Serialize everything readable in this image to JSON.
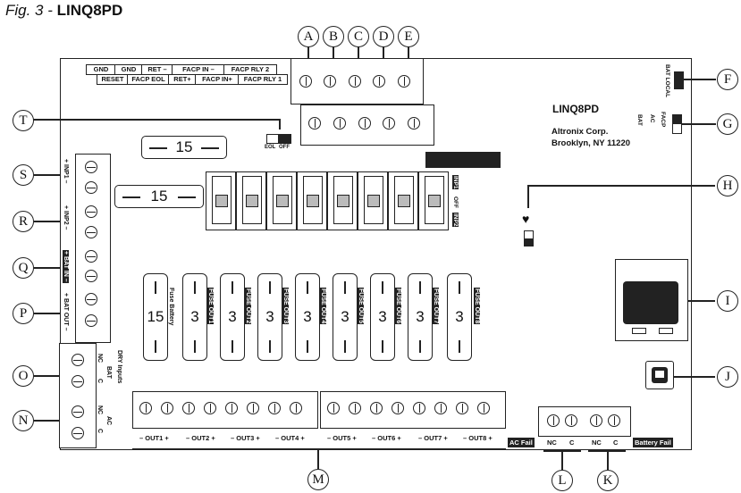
{
  "figure": {
    "prefix": "Fig. 3 - ",
    "model": "LINQ8PD"
  },
  "board": {
    "title": "LINQ8PD",
    "company": "Altronix Corp.",
    "address": "Brooklyn, NY 11220"
  },
  "header_top": [
    "GND",
    "GND",
    "RET –",
    "FACP IN –",
    "FACP RLY 2"
  ],
  "header_bottom": [
    "RESET",
    "FACP EOL",
    "RET+",
    "FACP IN+",
    "FACP RLY 1"
  ],
  "callouts": [
    "A",
    "B",
    "C",
    "D",
    "E",
    "F",
    "G",
    "H",
    "I",
    "J",
    "K",
    "L",
    "M",
    "N",
    "O",
    "P",
    "Q",
    "R",
    "S",
    "T"
  ],
  "fuse_holders": [
    "15",
    "15"
  ],
  "fuses": {
    "battery": {
      "value": "15",
      "label": "Fuse Battery"
    },
    "outputs": [
      {
        "value": "3",
        "label": "FUSE OUT1"
      },
      {
        "value": "3",
        "label": "FUSE OUT2"
      },
      {
        "value": "3",
        "label": "FUSE OUT3"
      },
      {
        "value": "3",
        "label": "FUSE OUT4"
      },
      {
        "value": "3",
        "label": "FUSE OUT5"
      },
      {
        "value": "3",
        "label": "FUSE OUT6"
      },
      {
        "value": "3",
        "label": "FUSE OUT7"
      },
      {
        "value": "3",
        "label": "FUSE OUT8"
      }
    ]
  },
  "left_labels": {
    "inp1": "+ INP1 –",
    "inp2": "+ INP2 –",
    "bat_in": "+ BAT IN –",
    "bat_out": "+ BAT OUT –"
  },
  "dry_inputs": {
    "title": "DRY Inputs",
    "bat": "BAT",
    "ac": "AC",
    "nc": "NC",
    "c": "C"
  },
  "outputs_bottom": [
    "– OUT1 +",
    "– OUT2 +",
    "– OUT3 +",
    "– OUT4 +",
    "– OUT5 +",
    "– OUT6 +",
    "– OUT7 +",
    "– OUT8 +"
  ],
  "relay_labels": {
    "ac_fail": "AC Fail",
    "battery_fail": "Battery Fail",
    "nc": "NC",
    "c": "C"
  },
  "eol_switch": {
    "eol": "EOL",
    "off": "OFF"
  },
  "inp_switch": {
    "inp1": "INP1",
    "off": "OFF",
    "inp2": "INP2"
  },
  "bat_local": "BAT LOCAL",
  "facp_switch": {
    "bat": "BAT",
    "ac": "AC",
    "facp": "FACP"
  },
  "heart": "♥"
}
